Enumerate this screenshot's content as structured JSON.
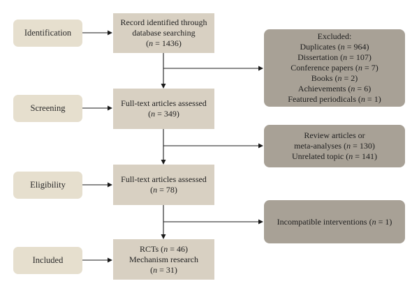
{
  "stages": [
    {
      "label": "Identification"
    },
    {
      "label": "Screening"
    },
    {
      "label": "Eligibility"
    },
    {
      "label": "Included"
    }
  ],
  "flow_boxes": [
    {
      "lines": [
        "Record identified through",
        "database searching",
        "(n = 1436)"
      ]
    },
    {
      "lines": [
        "Full-text articles assessed",
        "(n = 349)"
      ]
    },
    {
      "lines": [
        "Full-text articles assessed",
        "(n = 78)"
      ]
    },
    {
      "lines": [
        "RCTs (n = 46)",
        "Mechanism research",
        "(n = 31)"
      ]
    }
  ],
  "exclusion_boxes": [
    {
      "lines": [
        "Excluded:",
        "Duplicates (n = 964)",
        "Dissertation (n = 107)",
        "Conference papers (n = 7)",
        "Books (n = 2)",
        "Achievements (n = 6)",
        "Featured periodicals (n = 1)"
      ]
    },
    {
      "lines": [
        "Review articles or",
        "meta-analyses (n = 130)",
        "Unrelated topic (n = 141)"
      ]
    },
    {
      "lines": [
        "Incompatible interventions (n = 1)"
      ]
    }
  ],
  "colors": {
    "stage_fill": "#e6dfce",
    "flow_fill": "#d8d0c2",
    "exclusion_fill": "#a8a196",
    "arrow": "#1a1a1a"
  }
}
